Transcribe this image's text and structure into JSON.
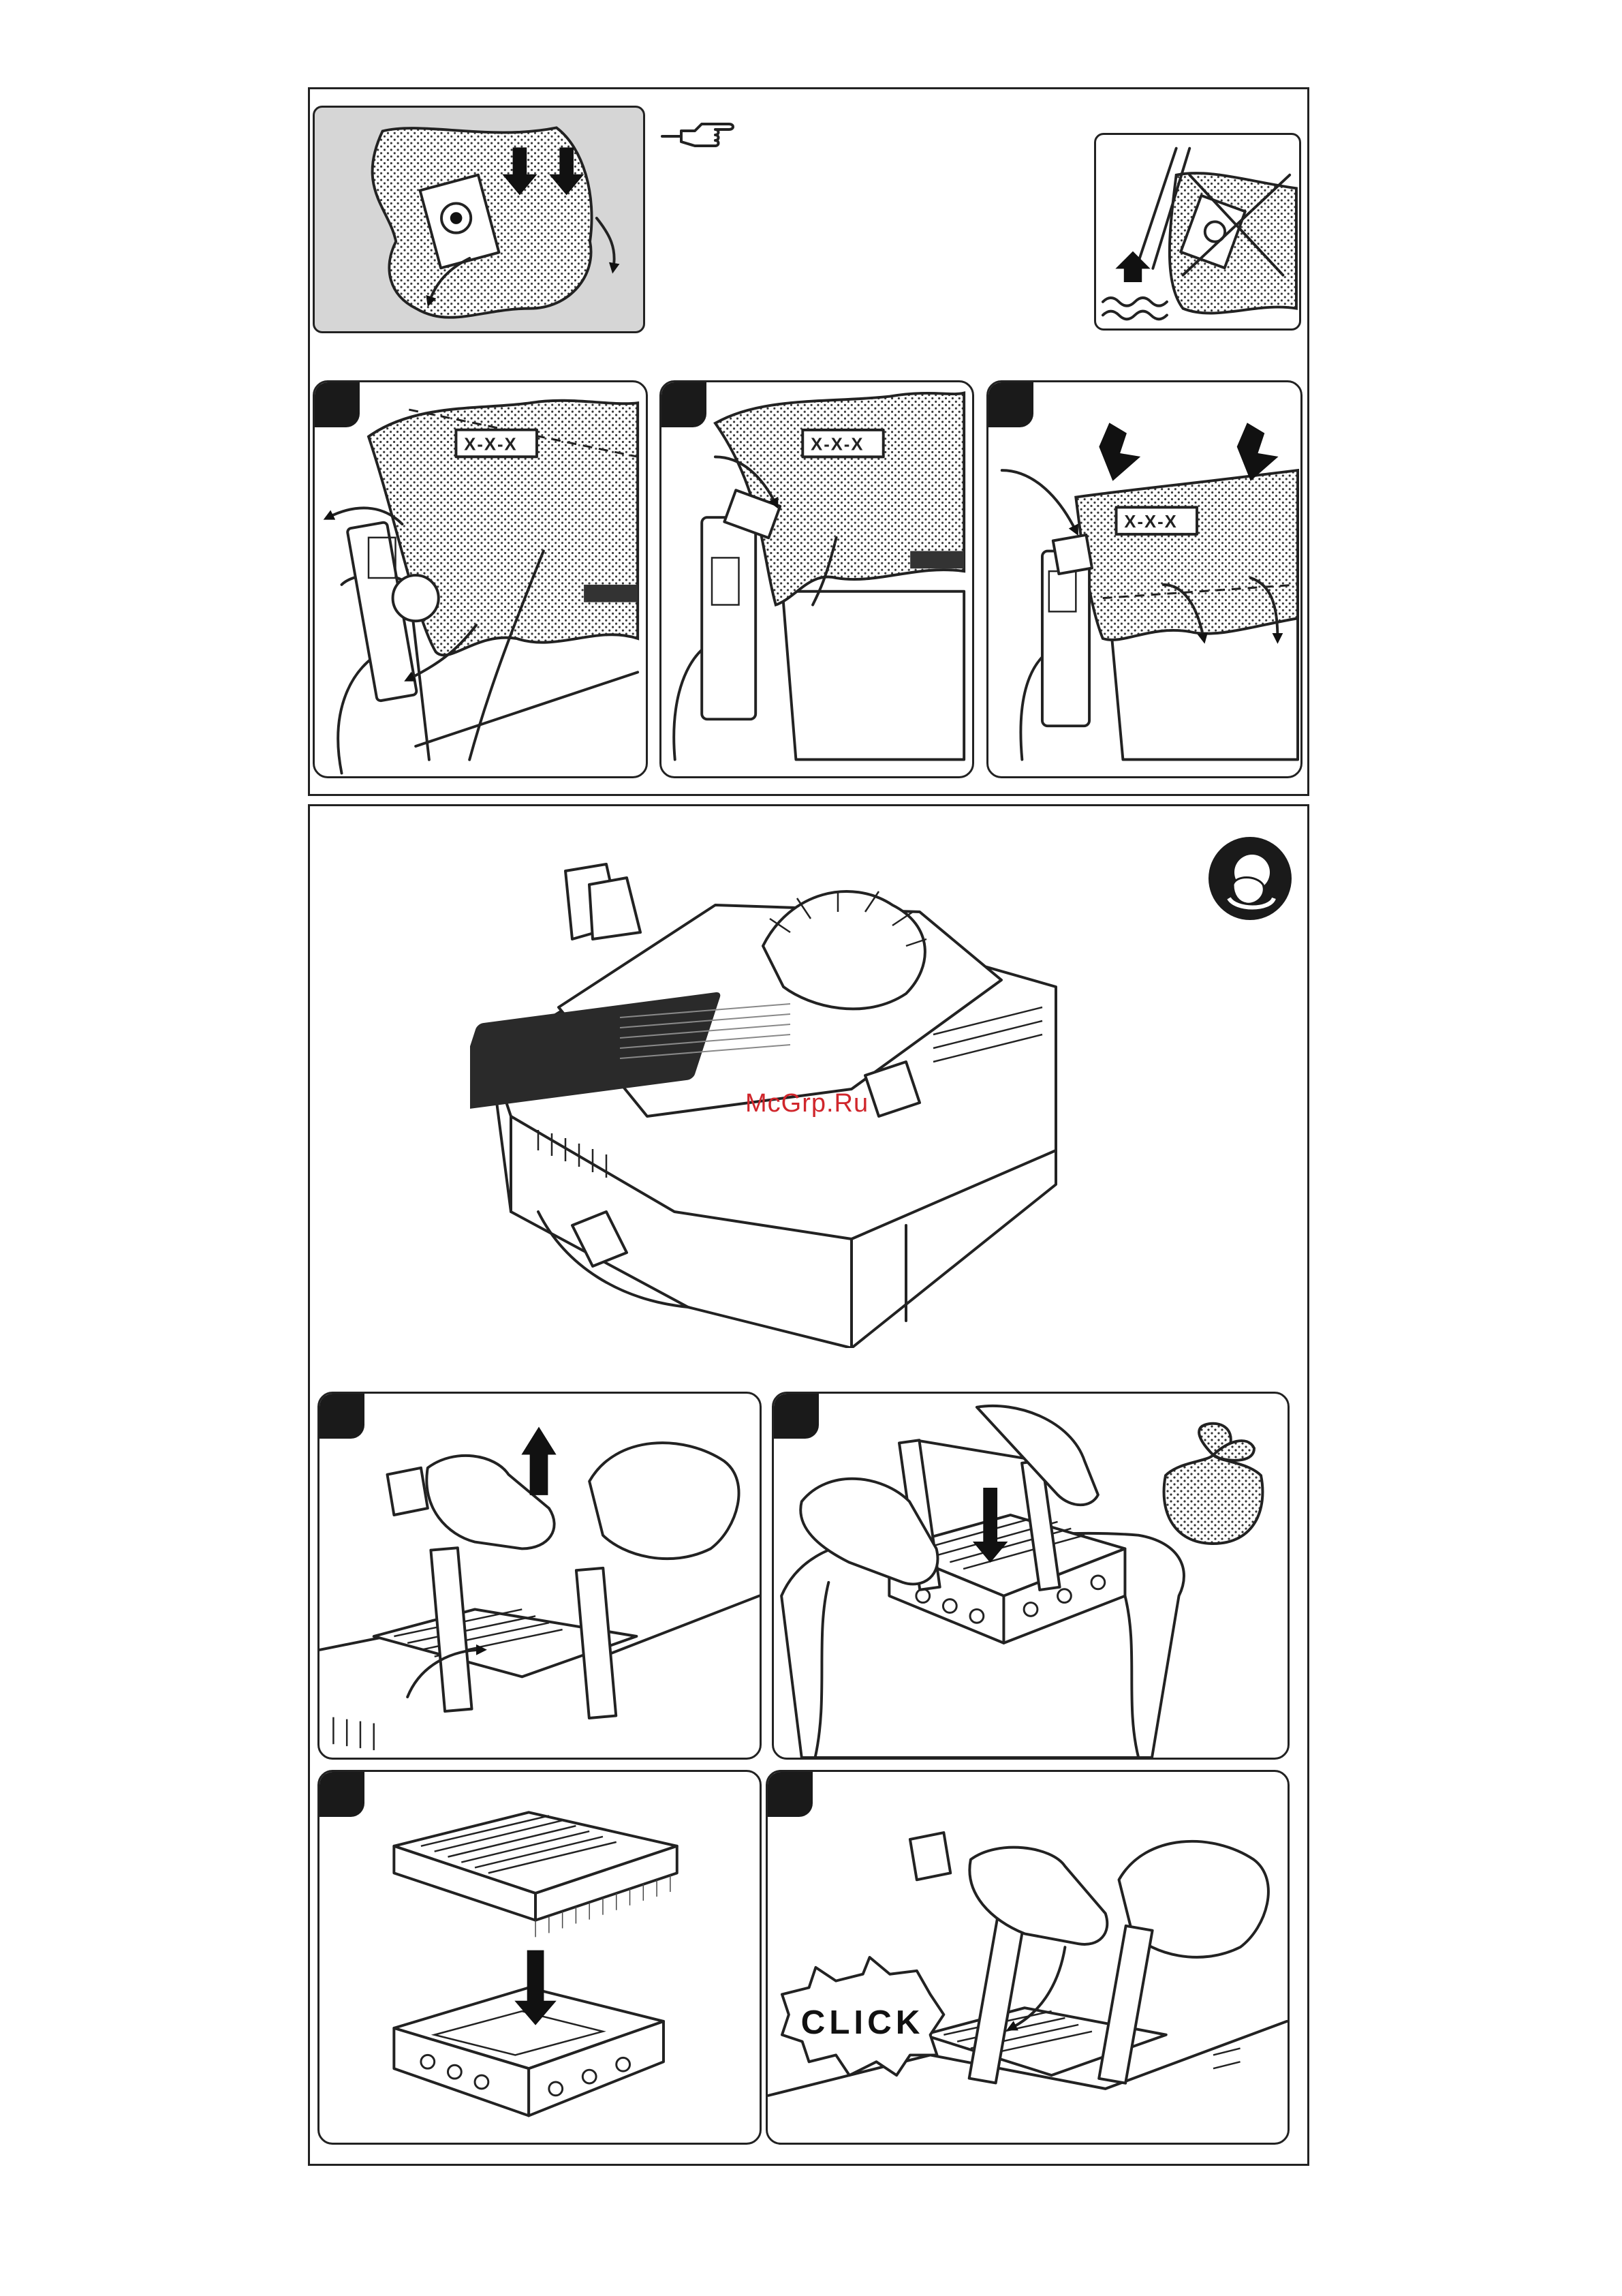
{
  "watermark": "McGrp.Ru",
  "bag_label": "X-X-X",
  "click_label": "CLICK",
  "icons": {
    "pointing_hand": "pointing-hand-icon",
    "no_wet_bag": "no-wet-bag-icon",
    "mask": "dust-mask-icon",
    "bag_tied": "tied-bag-icon"
  }
}
